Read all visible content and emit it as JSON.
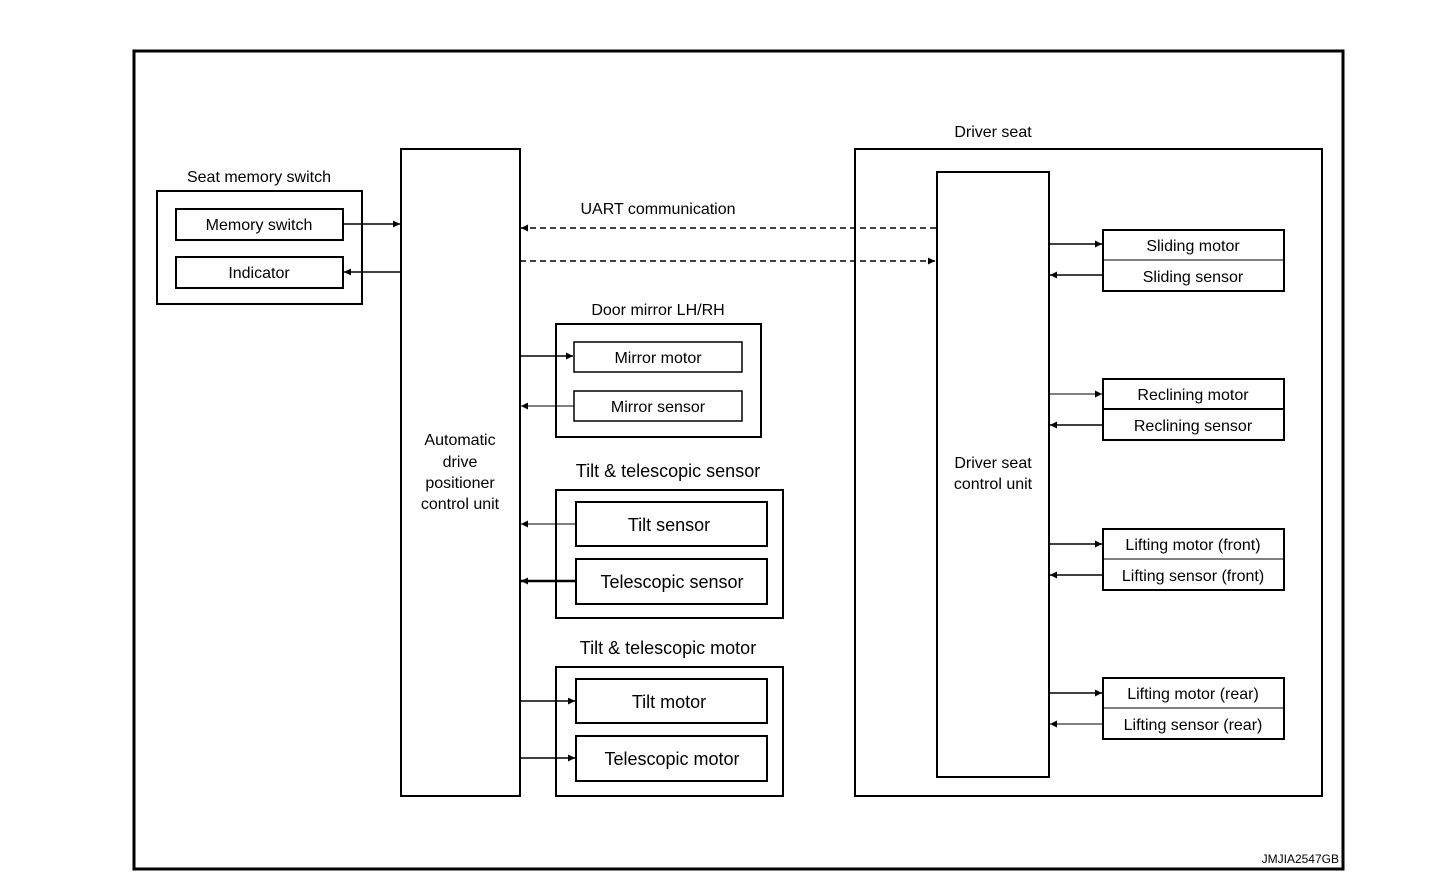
{
  "seat_memory_switch": {
    "title": "Seat memory switch",
    "memory_switch": "Memory switch",
    "indicator": "Indicator"
  },
  "adp_unit": {
    "line1": "Automatic",
    "line2": "drive",
    "line3": "positioner",
    "line4": "control unit"
  },
  "uart_label": "UART communication",
  "door_mirror": {
    "title": "Door mirror LH/RH",
    "motor": "Mirror motor",
    "sensor": "Mirror sensor"
  },
  "tilt_tele_sensor": {
    "title": "Tilt & telescopic sensor",
    "tilt": "Tilt sensor",
    "telescopic": "Telescopic sensor"
  },
  "tilt_tele_motor": {
    "title": "Tilt & telescopic motor",
    "tilt": "Tilt motor",
    "telescopic": "Telescopic motor"
  },
  "driver_seat": {
    "title": "Driver seat",
    "unit_line1": "Driver seat",
    "unit_line2": "control unit",
    "sliding_motor": "Sliding motor",
    "sliding_sensor": "Sliding sensor",
    "reclining_motor": "Reclining motor",
    "reclining_sensor": "Reclining sensor",
    "lifting_front_motor": "Lifting motor (front)",
    "lifting_front_sensor": "Lifting sensor (front)",
    "lifting_rear_motor": "Lifting motor (rear)",
    "lifting_rear_sensor": "Lifting sensor (rear)"
  },
  "figure_code": "JMJIA2547GB"
}
